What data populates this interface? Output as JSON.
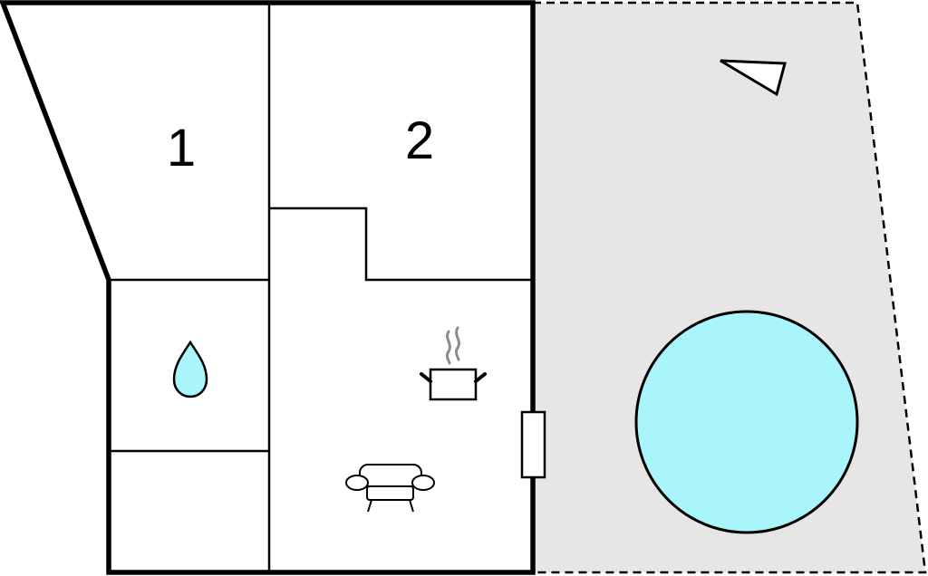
{
  "floorplan": {
    "rooms": [
      {
        "id": "bedroom-1",
        "label": "1"
      },
      {
        "id": "bedroom-2",
        "label": "2"
      }
    ],
    "icons": [
      {
        "name": "water-drop-icon",
        "meaning": "bathroom"
      },
      {
        "name": "cooking-pot-icon",
        "meaning": "kitchen"
      },
      {
        "name": "sofa-icon",
        "meaning": "living room"
      },
      {
        "name": "compass-north-icon",
        "meaning": "orientation"
      }
    ],
    "terrace": {
      "dashed_border": true
    },
    "pool": {
      "shape": "circle"
    },
    "colors": {
      "wall": "#000000",
      "terrace_fill": "#e6e6e6",
      "pool_fill": "#aaf5fb",
      "water_drop_fill": "#aaf5fb",
      "steam": "#8c8c8c",
      "background": "#ffffff"
    }
  }
}
